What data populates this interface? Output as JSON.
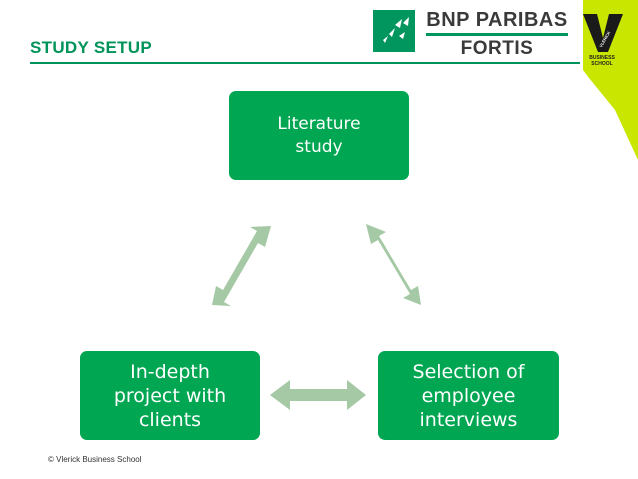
{
  "header": {
    "title": "STUDY SETUP"
  },
  "logos": {
    "bank_line1": "BNP PARIBAS",
    "bank_line2": "FORTIS",
    "school_line1": "BUSINESS",
    "school_line2": "SCHOOL",
    "school_mark": "VLERICK"
  },
  "diagram": {
    "nodes": {
      "top": "Literature study",
      "bottom_left": "In-depth project with clients",
      "bottom_right": "Selection of employee interviews"
    },
    "colors": {
      "node": "#00a651",
      "arrow": "#a5c9a5",
      "accent": "#00945a"
    }
  },
  "footer": {
    "copyright": "© Vlerick Business School"
  }
}
